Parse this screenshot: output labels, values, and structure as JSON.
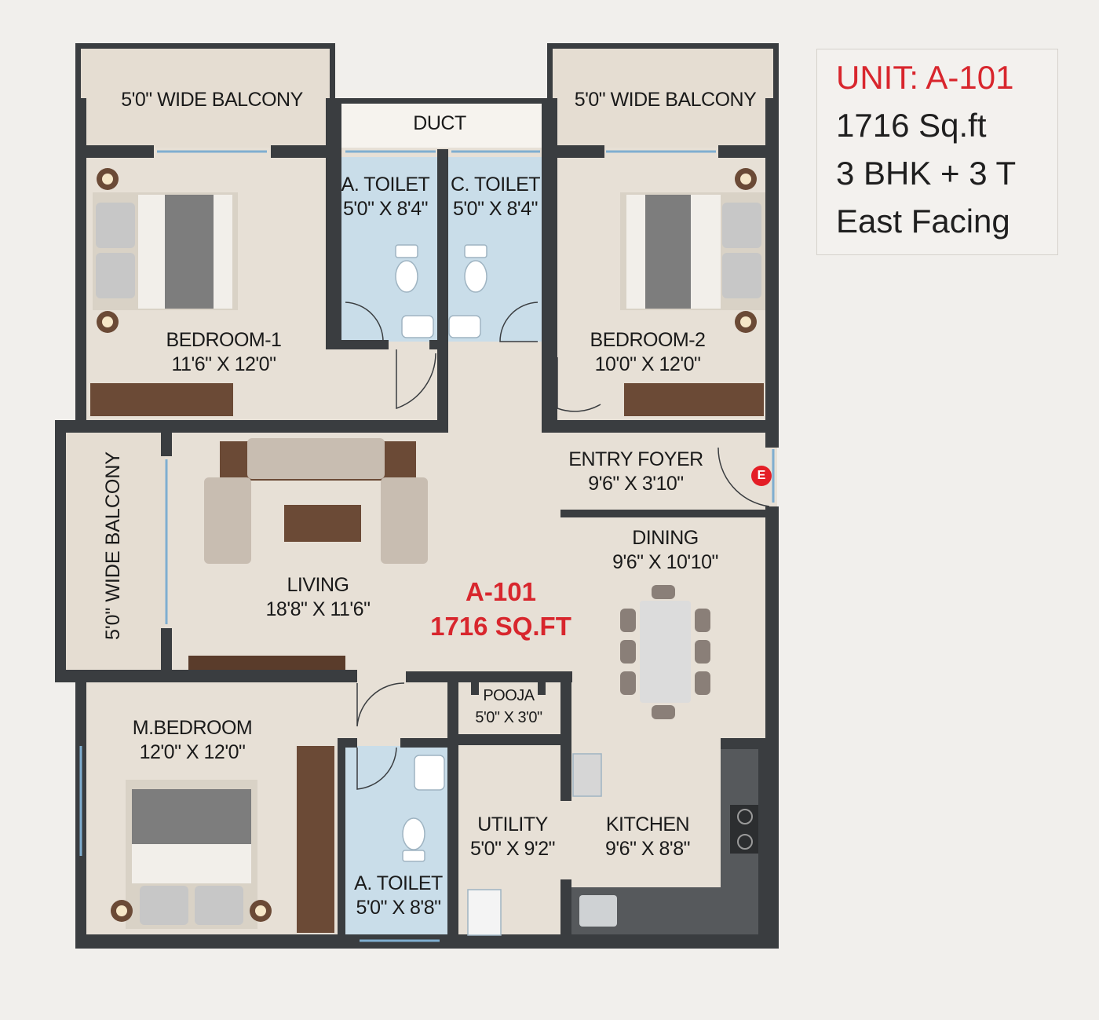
{
  "unit_info": {
    "unit": "UNIT: A-101",
    "area": "1716 Sq.ft",
    "config": "3 BHK + 3 T",
    "facing": "East Facing"
  },
  "plan_center": {
    "unit": "A-101",
    "area": "1716 SQ.FT"
  },
  "entry_marker": "E",
  "rooms": {
    "balcony_bedroom1": {
      "name": "5'0\" WIDE BALCONY"
    },
    "duct": {
      "name": "DUCT"
    },
    "balcony_bedroom2": {
      "name": "5'0\" WIDE BALCONY"
    },
    "a_toilet_top": {
      "name": "A. TOILET",
      "size": "5'0\" X 8'4\""
    },
    "c_toilet": {
      "name": "C. TOILET",
      "size": "5'0\" X 8'4\""
    },
    "bedroom1": {
      "name": "BEDROOM-1",
      "size": "11'6\" X 12'0\""
    },
    "bedroom2": {
      "name": "BEDROOM-2",
      "size": "10'0\" X 12'0\""
    },
    "entry_foyer": {
      "name": "ENTRY FOYER",
      "size": "9'6\" X 3'10\""
    },
    "dining": {
      "name": "DINING",
      "size": "9'6\" X 10'10\""
    },
    "living": {
      "name": "LIVING",
      "size": "18'8\" X 11'6\""
    },
    "balcony_living": {
      "name": "5'0\" WIDE BALCONY"
    },
    "pooja": {
      "name": "POOJA",
      "size": "5'0\" X 3'0\""
    },
    "m_bedroom": {
      "name": "M.BEDROOM",
      "size": "12'0\" X 12'0\""
    },
    "utility": {
      "name": "UTILITY",
      "size": "5'0\" X 9'2\""
    },
    "kitchen": {
      "name": "KITCHEN",
      "size": "9'6\" X 8'8\""
    },
    "a_toilet_bottom": {
      "name": "A. TOILET",
      "size": "5'0\" X 8'8\""
    }
  },
  "colors": {
    "wall": "#3a3d40",
    "floor": "#e7e0d6",
    "toilet_floor": "#c9dde9",
    "accent_red": "#d8262d",
    "background": "#f1efec",
    "wood": "#6b4a36",
    "kitchen_counter": "#5a5d60"
  }
}
